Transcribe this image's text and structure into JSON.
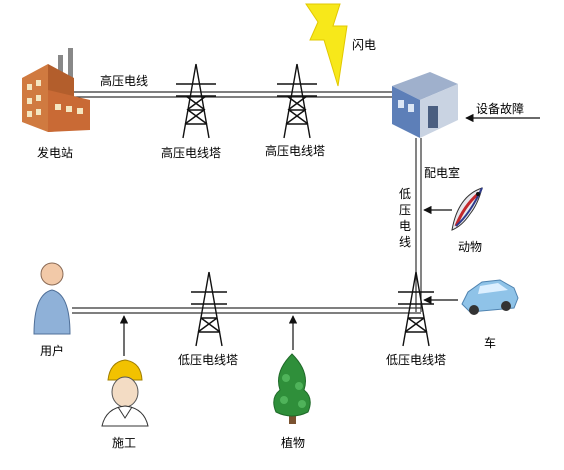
{
  "labels": {
    "power_plant": "发电站",
    "hv_line": "高压电线",
    "hv_tower_1": "高压电线塔",
    "hv_tower_2": "高压电线塔",
    "lightning": "闪电",
    "substation": "配电室",
    "equipment_fault": "设备故障",
    "lv_line_vertical": "低压电线",
    "animal": "动物",
    "car": "车",
    "lv_tower_right": "低压电线塔",
    "lv_tower_left": "低压电线塔",
    "user": "用户",
    "construction": "施工",
    "plant": "植物"
  },
  "colors": {
    "line": "#333333",
    "lightning_fill": "#f7e81a",
    "tree_green": "#2f8f3a",
    "car_blue": "#8fc3e8",
    "building_blue": "#5d7fb8",
    "helmet_yellow": "#f2c200"
  }
}
